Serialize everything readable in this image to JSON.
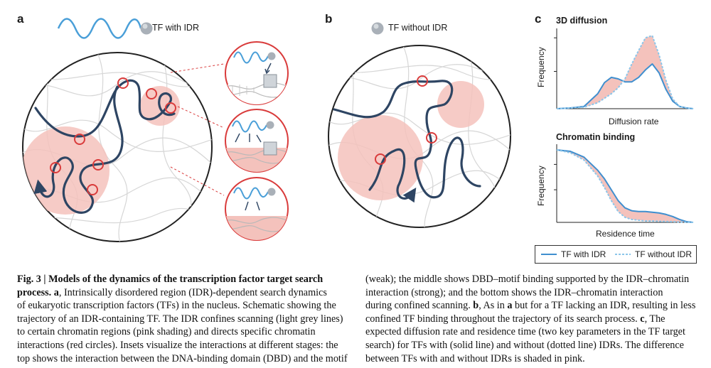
{
  "panels": {
    "a": {
      "label": "a",
      "legend_text": "TF with IDR"
    },
    "b": {
      "label": "b",
      "legend_text": "TF without IDR"
    },
    "c": {
      "label": "c",
      "top_title": "3D diffusion",
      "top_xlabel": "Diffusion rate",
      "top_ylabel": "Frequency",
      "bottom_title": "Chromatin binding",
      "bottom_xlabel": "Residence time",
      "bottom_ylabel": "Frequency",
      "legend": {
        "with_idr": "TF with IDR",
        "without_idr": "TF without IDR"
      }
    }
  },
  "colors": {
    "trajectory": "#2e4563",
    "idr_wave": "#4a9fd8",
    "pink_region": "#f4c2bc",
    "red_circle": "#d93b3b",
    "chromatin": "#d6d6d6",
    "solid_line": "#3f8fcf",
    "dotted_line": "#8cc6ea"
  },
  "chart_data": [
    {
      "type": "line",
      "title": "3D diffusion",
      "xlabel": "Diffusion rate",
      "ylabel": "Frequency",
      "x": [
        0,
        0.1,
        0.2,
        0.3,
        0.35,
        0.4,
        0.45,
        0.5,
        0.55,
        0.6,
        0.65,
        0.7,
        0.75,
        0.8,
        0.85,
        0.9,
        0.95,
        1.0
      ],
      "series": [
        {
          "name": "TF with IDR",
          "style": "solid",
          "values": [
            0,
            0.01,
            0.03,
            0.2,
            0.35,
            0.42,
            0.4,
            0.36,
            0.36,
            0.42,
            0.52,
            0.6,
            0.48,
            0.26,
            0.1,
            0.03,
            0.01,
            0
          ]
        },
        {
          "name": "TF without IDR",
          "style": "dotted",
          "values": [
            0,
            0.01,
            0.02,
            0.08,
            0.14,
            0.2,
            0.28,
            0.4,
            0.6,
            0.78,
            0.95,
            0.98,
            0.72,
            0.38,
            0.13,
            0.03,
            0.01,
            0
          ]
        }
      ],
      "shaded_difference": true
    },
    {
      "type": "line",
      "title": "Chromatin binding",
      "xlabel": "Residence time",
      "ylabel": "Frequency",
      "x": [
        0,
        0.1,
        0.2,
        0.3,
        0.35,
        0.4,
        0.45,
        0.5,
        0.55,
        0.6,
        0.65,
        0.7,
        0.75,
        0.8,
        0.85,
        0.9,
        0.95,
        1.0
      ],
      "series": [
        {
          "name": "TF with IDR",
          "style": "solid",
          "values": [
            1.0,
            0.98,
            0.9,
            0.72,
            0.6,
            0.45,
            0.3,
            0.2,
            0.16,
            0.15,
            0.15,
            0.14,
            0.13,
            0.11,
            0.08,
            0.04,
            0.01,
            0
          ]
        },
        {
          "name": "TF without IDR",
          "style": "dotted",
          "values": [
            1.0,
            0.96,
            0.86,
            0.64,
            0.48,
            0.3,
            0.15,
            0.07,
            0.04,
            0.03,
            0.02,
            0.02,
            0.015,
            0.012,
            0.01,
            0.005,
            0.002,
            0
          ]
        }
      ],
      "shaded_difference": true
    }
  ],
  "caption": {
    "col1": [
      {
        "bold": "Fig. 3 | Models of the dynamics of the transcription factor target search",
        "rest": ""
      },
      {
        "bold": "process. a",
        "rest": ", Intrinsically disordered region (IDR)-dependent search dynamics"
      },
      {
        "bold": "",
        "rest": "of eukaryotic transcription factors (TFs) in the nucleus. Schematic showing the"
      },
      {
        "bold": "",
        "rest": "trajectory of an IDR-containing TF. The IDR confines scanning (light grey lines)"
      },
      {
        "bold": "",
        "rest": "to certain chromatin regions (pink shading) and directs specific chromatin"
      },
      {
        "bold": "",
        "rest": "interactions (red circles). Insets visualize the interactions at different stages: the"
      },
      {
        "bold": "",
        "rest": "top shows the interaction between the DNA-binding domain (DBD) and the motif"
      }
    ],
    "col2": [
      {
        "pre": "(weak); the middle shows DBD–motif binding supported by the IDR–chromatin",
        "b1": "",
        "mid": "",
        "b2": "",
        "post": ""
      },
      {
        "pre": "interaction (strong); and the bottom shows the IDR–chromatin interaction",
        "b1": "",
        "mid": "",
        "b2": "",
        "post": ""
      },
      {
        "pre": "during confined scanning. ",
        "b1": "b",
        "mid": ", As in ",
        "b2": "a",
        "post": " but for a TF lacking an IDR, resulting in less"
      },
      {
        "pre": "confined TF binding throughout the trajectory of its search process. ",
        "b1": "c",
        "mid": ", The",
        "b2": "",
        "post": ""
      },
      {
        "pre": "expected diffusion rate and residence time (two key parameters in the TF target",
        "b1": "",
        "mid": "",
        "b2": "",
        "post": ""
      },
      {
        "pre": "search) for TFs with (solid line) and without (dotted line) IDRs. The difference",
        "b1": "",
        "mid": "",
        "b2": "",
        "post": ""
      },
      {
        "pre": "between TFs with and without IDRs is shaded in pink.",
        "b1": "",
        "mid": "",
        "b2": "",
        "post": ""
      }
    ]
  }
}
